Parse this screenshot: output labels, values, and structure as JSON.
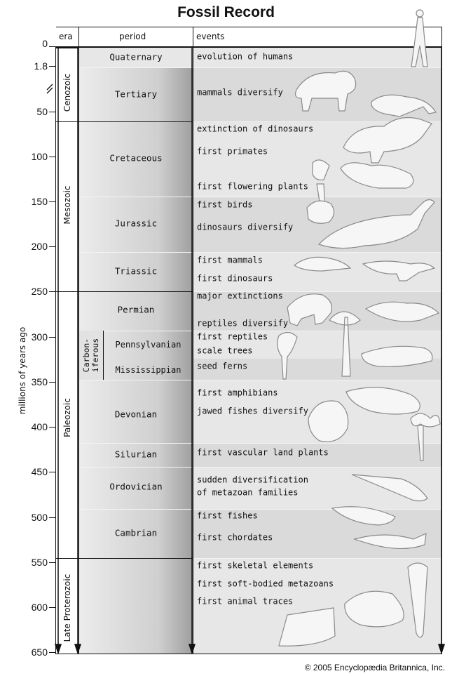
{
  "title": "Fossil Record",
  "ylabel": "millions of years ago",
  "headers": {
    "era": "era",
    "period": "period",
    "events": "events"
  },
  "ticks": [
    "0",
    "1.8",
    "50",
    "100",
    "150",
    "200",
    "250",
    "300",
    "350",
    "400",
    "450",
    "500",
    "550",
    "600",
    "650"
  ],
  "eras": [
    "Cenozoic",
    "Mesozoic",
    "Paleozoic",
    "Late Proterozoic"
  ],
  "periods": [
    "Quaternary",
    "Tertiary",
    "Cretaceous",
    "Jurassic",
    "Triassic",
    "Permian",
    "Pennsylvanian",
    "Mississippian",
    "Devonian",
    "Silurian",
    "Ordovician",
    "Cambrian"
  ],
  "carboniferous": [
    "Carbon-",
    "iferous"
  ],
  "events": {
    "quaternary": "evolution of humans",
    "tertiary": "mammals diversify",
    "cretaceous": [
      "extinction of dinosaurs",
      "first primates",
      "first flowering plants"
    ],
    "jurassic": [
      "first birds",
      "dinosaurs diversify"
    ],
    "triassic": [
      "first mammals",
      "first dinosaurs"
    ],
    "permian": [
      "major extinctions",
      "reptiles diversify"
    ],
    "pennsylvanian": [
      "first reptiles",
      "scale trees"
    ],
    "mississippian": "seed ferns",
    "devonian": [
      "first amphibians",
      "jawed fishes diversify"
    ],
    "silurian": "first vascular land plants",
    "ordovician": [
      "sudden diversification",
      " of metazoan families"
    ],
    "cambrian": [
      "first fishes",
      "first chordates"
    ],
    "proterozoic": [
      "first skeletal elements",
      "first soft-bodied metazoans",
      "first animal traces"
    ]
  },
  "credit": "© 2005 Encyclopædia Britannica, Inc."
}
